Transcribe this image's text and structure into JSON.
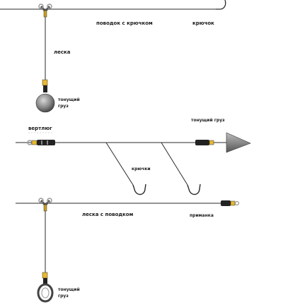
{
  "diagram1": {
    "leader_label": "поводок с крючком",
    "hook_label": "крючок",
    "line_label": "леска",
    "sinker_label_1": "тонущий",
    "sinker_label_2": "груз"
  },
  "diagram2": {
    "swivel_label": "вертлюг",
    "sinker_label": "тонущий груз",
    "hooks_label": "крючки"
  },
  "diagram3": {
    "line_leader_label": "леска с поводком",
    "bait_label": "приманка",
    "sinker_label_1": "тонущий",
    "sinker_label_2": "груз"
  },
  "colors": {
    "line": "#2a2a2a",
    "swivel_ring": "#b8b8b8",
    "brass": "#e8b830",
    "sinker": "#8a8a8a"
  }
}
